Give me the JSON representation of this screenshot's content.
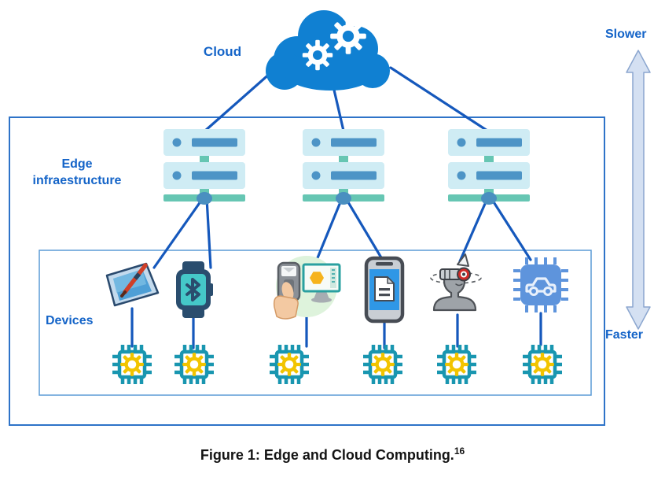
{
  "labels": {
    "cloud": "Cloud",
    "edge_infrastructure": "Edge infraestructure",
    "devices": "Devices",
    "slower": "Slower",
    "faster": "Faster"
  },
  "caption": {
    "text": "Figure 1: Edge and Cloud Computing.",
    "footnote": "16"
  },
  "colors": {
    "cloud_blue": "#1080d2",
    "connector_blue": "#1558bc",
    "label_blue": "#1464c8",
    "server_body": "#cfecf4",
    "server_accent": "#4d94c6",
    "server_base_teal": "#66c6b3",
    "server_node_blue": "#4a8fc0",
    "chip_teal": "#1996b0",
    "cog_yellow": "#f2c400",
    "outer_box_border": "#2e73c8",
    "inner_box_border": "#5b9bd5",
    "arrow_fill": "#d4e0f2",
    "arrow_stroke": "#8ba6cf",
    "car_chip_blue": "#5e94dc",
    "watch_navy": "#2a4d6e",
    "watch_screen_teal": "#45c8c8"
  },
  "diagram": {
    "type": "hierarchy",
    "levels": [
      {
        "name": "cloud",
        "label": "Cloud",
        "icon": "cloud-with-gears",
        "count": 1,
        "speed_side_label": "Slower"
      },
      {
        "name": "edge-infrastructure",
        "label": "Edge infraestructure",
        "icon": "server-stack",
        "count": 3
      },
      {
        "name": "devices",
        "label": "Devices",
        "count": 6,
        "icons": [
          "drawing-tablet",
          "smartwatch-bluetooth",
          "remote-control-with-monitor",
          "smartphone-document",
          "vr-headset-person",
          "automotive-chip"
        ],
        "speed_side_label": "Faster"
      },
      {
        "name": "embedded-chips",
        "icon": "processor-chip",
        "count": 6
      }
    ],
    "connections": [
      "cloud to each of 3 edge servers",
      "each edge server to 2 devices",
      "each device to 1 processor chip"
    ]
  }
}
